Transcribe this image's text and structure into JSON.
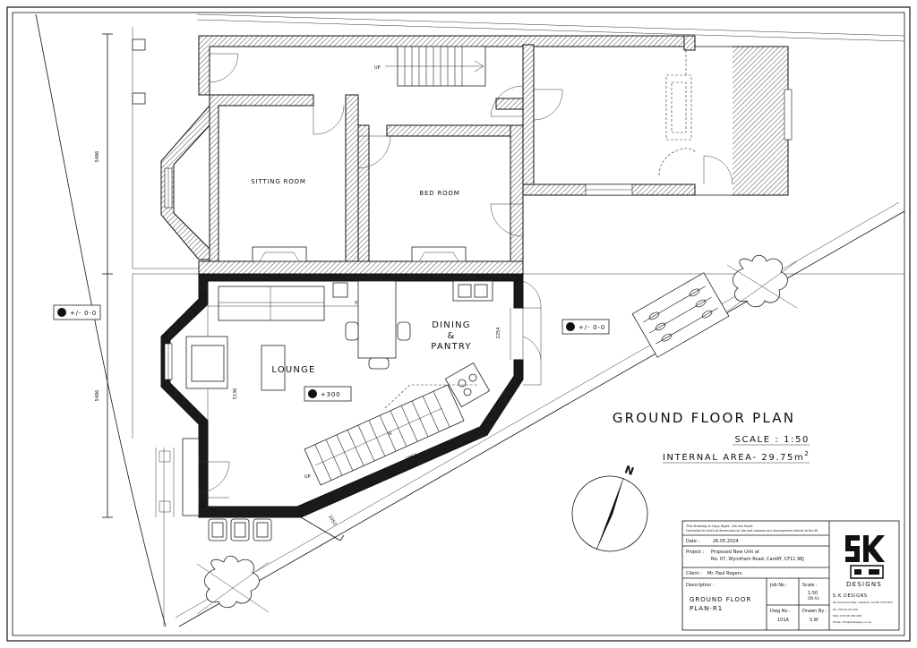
{
  "plan": {
    "title": "GROUND FLOOR PLAN",
    "scale": "SCALE : 1:50",
    "internal_area": "INTERNAL AREA- 29.75m",
    "area_unit_sup": "2"
  },
  "rooms": {
    "sitting_room": "SITTING ROOM",
    "bed_room": "BED ROOM",
    "lounge": "LOUNGE",
    "dining": "DINING",
    "dining_amp": "&",
    "pantry": "PANTRY"
  },
  "labels": {
    "up_top": "UP",
    "up_bottom": "UP",
    "stair_r": "R"
  },
  "levels": {
    "left": "+/- 0-0",
    "right": "+/- 0-0",
    "lounge": "+300"
  },
  "dimensions": {
    "left_upper": "5486",
    "left_lower": "5486",
    "top_inner": "5907",
    "pantry_side": "2254",
    "lounge_height": "5136",
    "stair_length": "5952",
    "bottom_diag": "1050"
  },
  "north": "N",
  "title_block": {
    "notes_line1": "This Drawing is Copy Right - Do not Scale",
    "notes_line2": "Contractor to check all dimensions on site and compare any discrepancies directly to the SK",
    "date_label": "Date :",
    "date_value": "26.05.2024",
    "project_label": "Project :",
    "project_line1": "Proposed New Unit at",
    "project_line2": "No. 07, Wyndham Road, Cardiff,  CF11 9EJ",
    "client_label": "Client :",
    "client_value": "Mr. Paul Rogers",
    "description_label": "Description :",
    "description_line1": "GROUND FLOOR",
    "description_line2": "PLAN-R1",
    "job_label": "Job No :",
    "scale_label": "Scale :",
    "scale_value": "1:50",
    "scale_paper": "ON A3",
    "dwg_label": "Dwg No :",
    "dwg_value": "101A",
    "drawn_label": "Drawn By :",
    "drawn_value": "S.W",
    "logo_text": "DESIGNS",
    "company": "S.K DESIGNS",
    "address": "99, Kleinwood Way, Lakeside, Cardiff, CF23 8XX",
    "tel": "Tel: 029 20 00 000",
    "mob": "Mob: 079 00 000 000",
    "email": "Email: info@skdesigns.co.uk"
  },
  "colors": {
    "line": "#111111",
    "wall_fill": "#1a1a1a",
    "paper": "#ffffff"
  }
}
